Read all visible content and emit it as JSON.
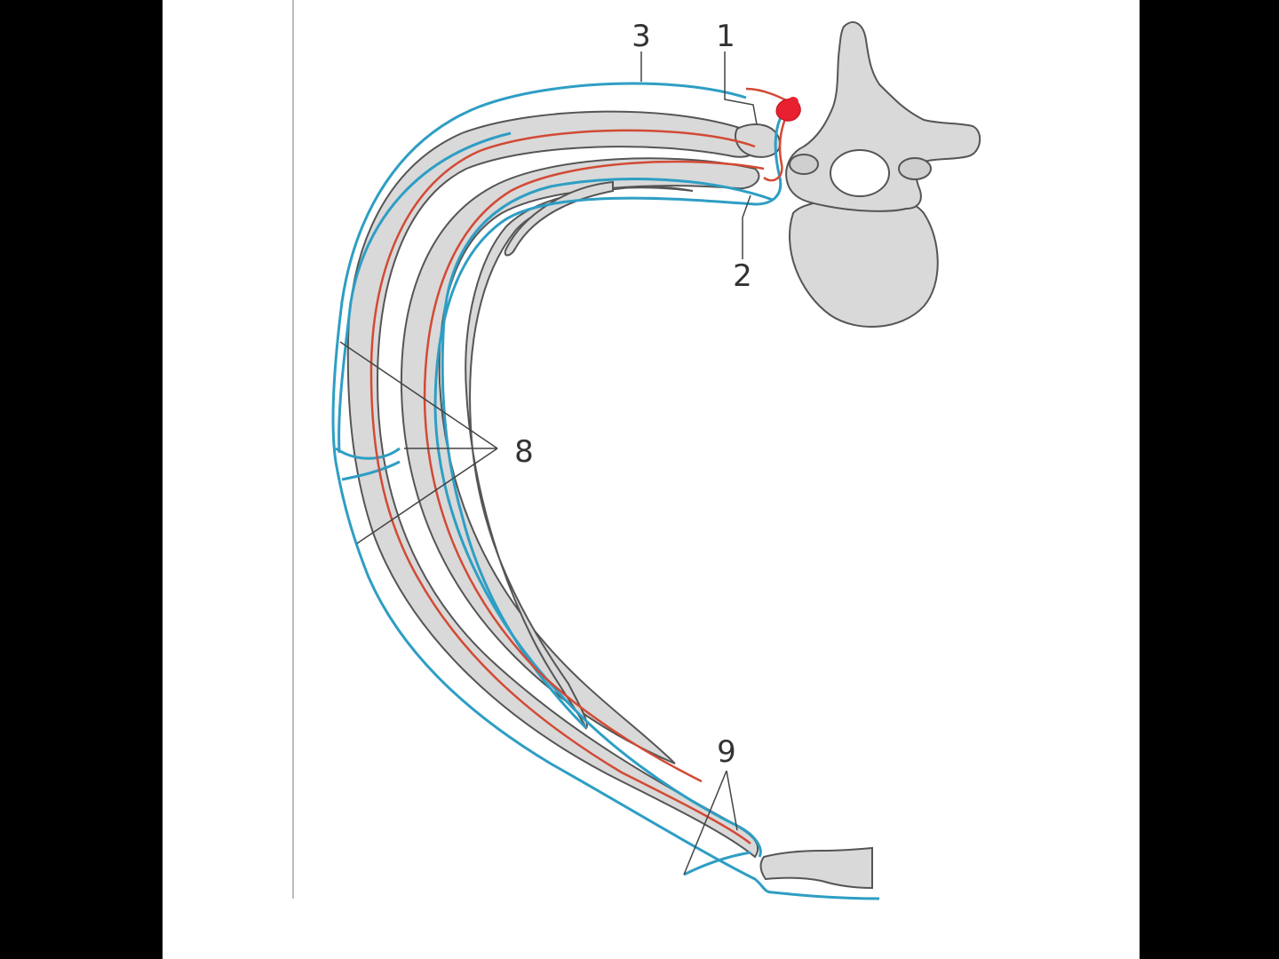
{
  "figure": {
    "labels": {
      "l1": "1",
      "l2": "2",
      "l3": "3",
      "l8": "8",
      "l9": "9"
    },
    "colors": {
      "background": "#000000",
      "panel": "#ffffff",
      "bone_fill": "#d9d9d9",
      "bone_outline": "#555555",
      "nerve_blue": "#2e9ec4",
      "artery_red": "#d24a35",
      "ganglion_red": "#e8202f",
      "leader": "#444444"
    }
  }
}
